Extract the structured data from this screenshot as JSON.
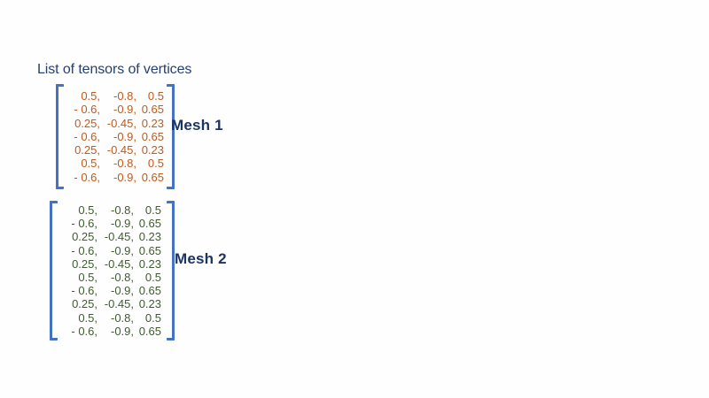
{
  "page": {
    "title": "List of tensors of vertices"
  },
  "colors": {
    "background": "#fefefe",
    "title_text": "#27406f",
    "label_text": "#1c3462",
    "bracket": "#4472c4",
    "mesh1_values": "#c25a1c",
    "mesh2_values": "#3e5c2e"
  },
  "meshes": [
    {
      "label": "Mesh 1",
      "rows": [
        [
          "0.5,",
          "-0.8,",
          "0.5"
        ],
        [
          "- 0.6,",
          "-0.9,",
          "0.65"
        ],
        [
          "0.25,",
          "-0.45,",
          "0.23"
        ],
        [
          "- 0.6,",
          "-0.9,",
          "0.65"
        ],
        [
          "0.25,",
          "-0.45,",
          "0.23"
        ],
        [
          "0.5,",
          "-0.8,",
          "0.5"
        ],
        [
          "- 0.6,",
          "-0.9,",
          "0.65"
        ]
      ]
    },
    {
      "label": "Mesh 2",
      "rows": [
        [
          "0.5,",
          "-0.8,",
          "0.5"
        ],
        [
          "- 0.6,",
          "-0.9,",
          "0.65"
        ],
        [
          "0.25,",
          "-0.45,",
          "0.23"
        ],
        [
          "- 0.6,",
          "-0.9,",
          "0.65"
        ],
        [
          "0.25,",
          "-0.45,",
          "0.23"
        ],
        [
          "0.5,",
          "-0.8,",
          "0.5"
        ],
        [
          "- 0.6,",
          "-0.9,",
          "0.65"
        ],
        [
          "0.25,",
          "-0.45,",
          "0.23"
        ],
        [
          "0.5,",
          "-0.8,",
          "0.5"
        ],
        [
          "- 0.6,",
          "-0.9,",
          "0.65"
        ]
      ]
    }
  ]
}
